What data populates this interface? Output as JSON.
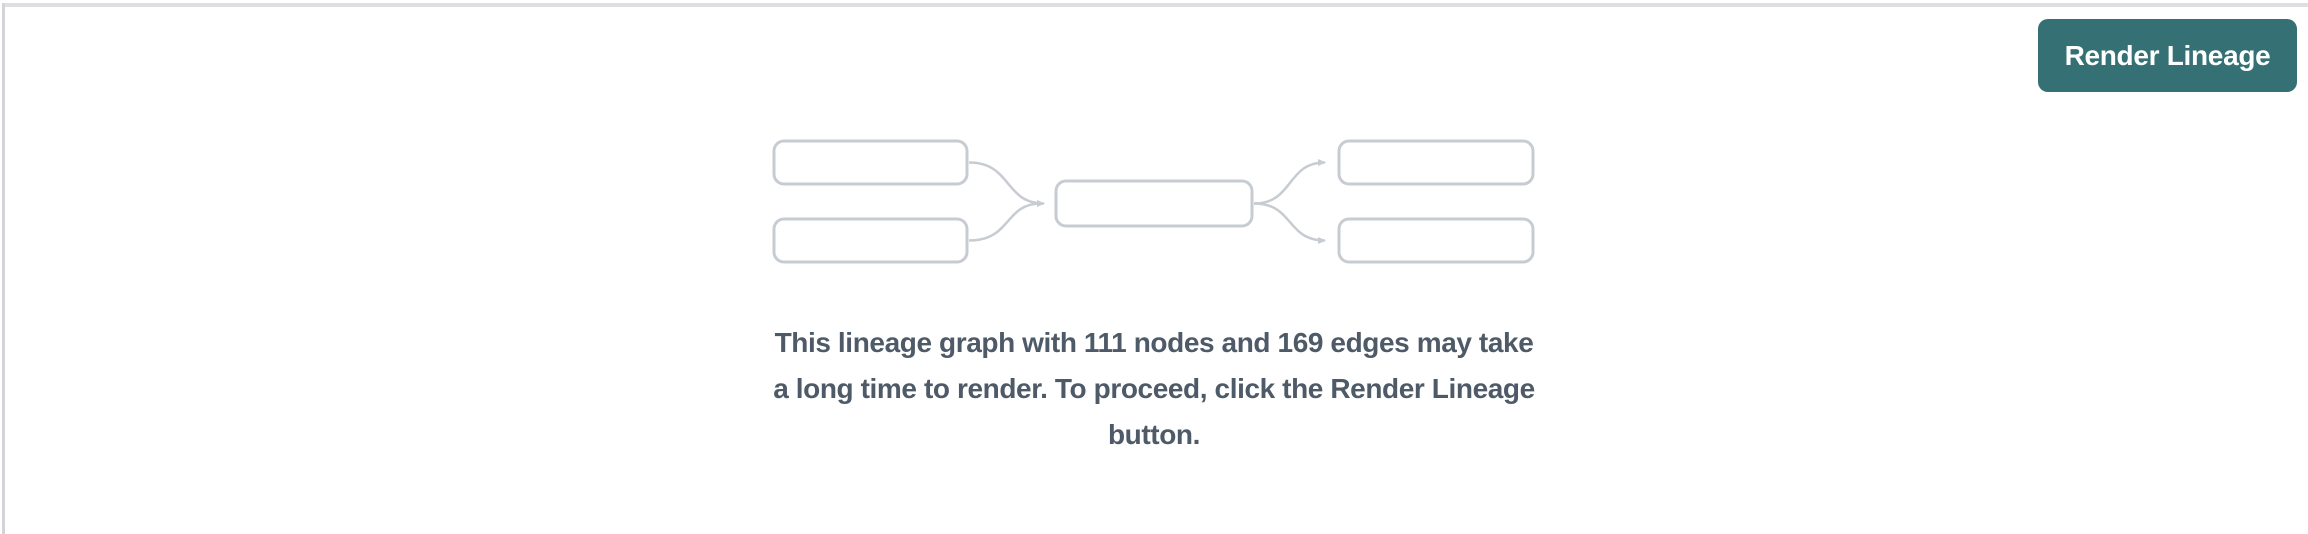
{
  "page": {
    "background_color": "#ffffff",
    "divider_color_top": "#dedfe2",
    "divider_color_left": "#d3d4d8"
  },
  "toolbar": {
    "render_button_label": "Render Lineage",
    "render_button_color": "#347074",
    "render_button_text_color": "#ffffff"
  },
  "empty_state": {
    "node_count": "111",
    "edge_count": "169",
    "message_lines": {
      "0": "This lineage graph with 111 nodes and 169 edges may take",
      "1": "a long time to render. To proceed, click the Render Lineage",
      "2": "button."
    },
    "message_color": "#4e5a67",
    "illustration": {
      "name": "lineage-graph-placeholder",
      "box_fill": "#ffffff",
      "box_border_color": "#c7ccd3",
      "edge_color": "#c7ccd3"
    }
  }
}
